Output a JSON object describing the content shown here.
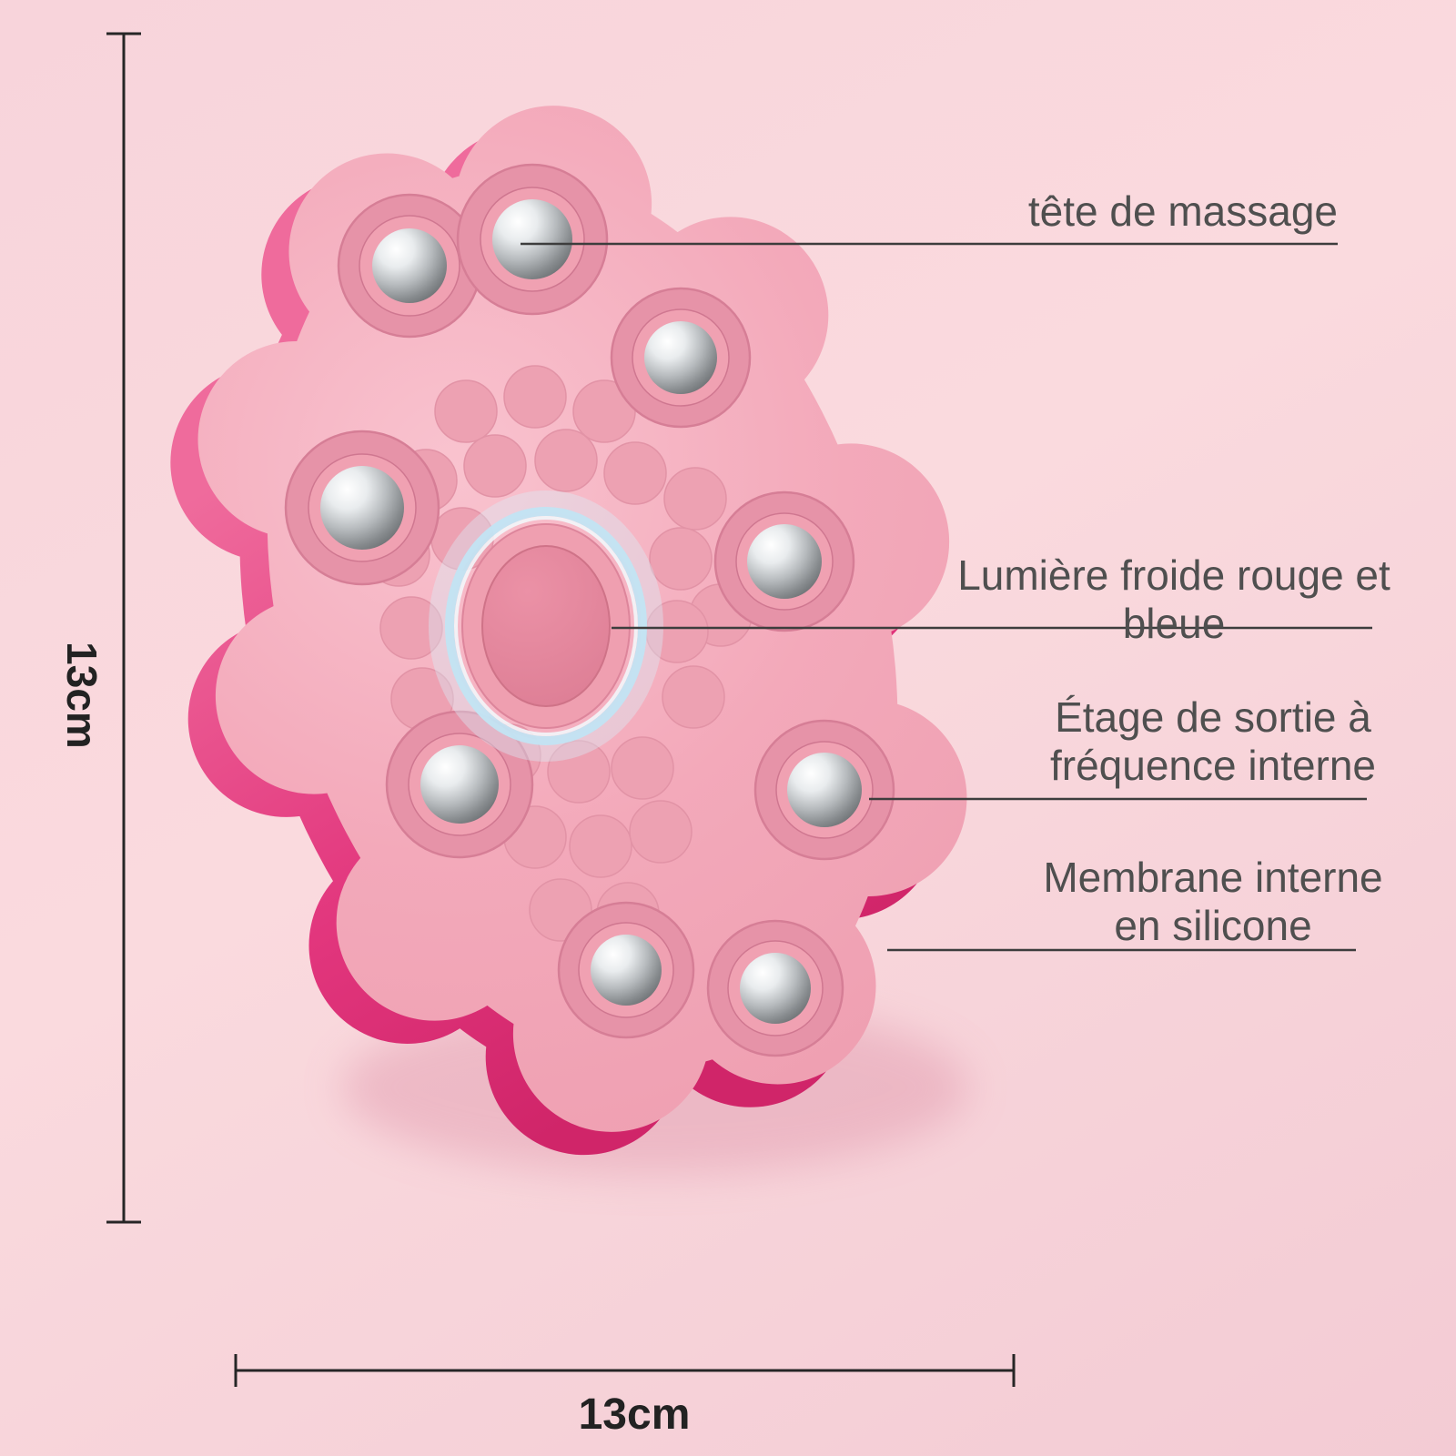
{
  "callouts": {
    "massage_head": "tête de massage",
    "cold_light": "Lumière froide rouge et bleue",
    "frequency_stage_line1": "Étage de sortie à",
    "frequency_stage_line2": "fréquence interne",
    "membrane_line1": "Membrane interne",
    "membrane_line2": "en silicone"
  },
  "dimensions": {
    "height": "13cm",
    "width": "13cm"
  },
  "colors": {
    "background": "#f8d4db",
    "device_face_pink": "#f3a9ba",
    "device_side_magenta": "#d02569",
    "roller_ball_silver": "#b6babd",
    "light_ring_blue": "#c2e4f3",
    "annotation_line": "#3d3d3d",
    "annotation_text": "#4f4f4f",
    "dimension_text": "#222222"
  }
}
